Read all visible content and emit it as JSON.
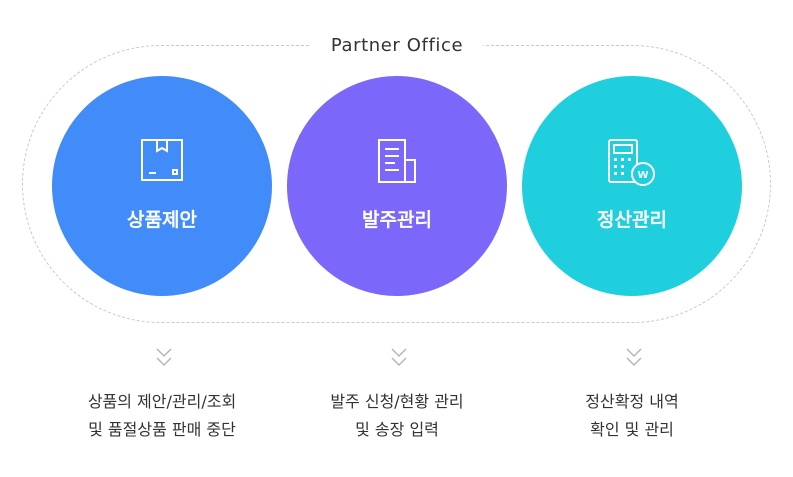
{
  "title": "Partner Office",
  "colors": {
    "product": "#428cfa",
    "order": "#7b68fb",
    "settlement": "#20cfdd",
    "dashed_border": "#c9c9c9",
    "chevron": "#b7b7b7"
  },
  "steps": [
    {
      "icon": "box-icon",
      "label": "상품제안",
      "desc_line1": "상품의 제안/관리/조회",
      "desc_line2": "및 품절상품 판매 중단"
    },
    {
      "icon": "document-icon",
      "label": "발주관리",
      "desc_line1": "발주 신청/현황 관리",
      "desc_line2": "및 송장 입력"
    },
    {
      "icon": "calculator-won-icon",
      "label": "정산관리",
      "desc_line1": "정산확정 내역",
      "desc_line2": "확인 및 관리"
    }
  ]
}
